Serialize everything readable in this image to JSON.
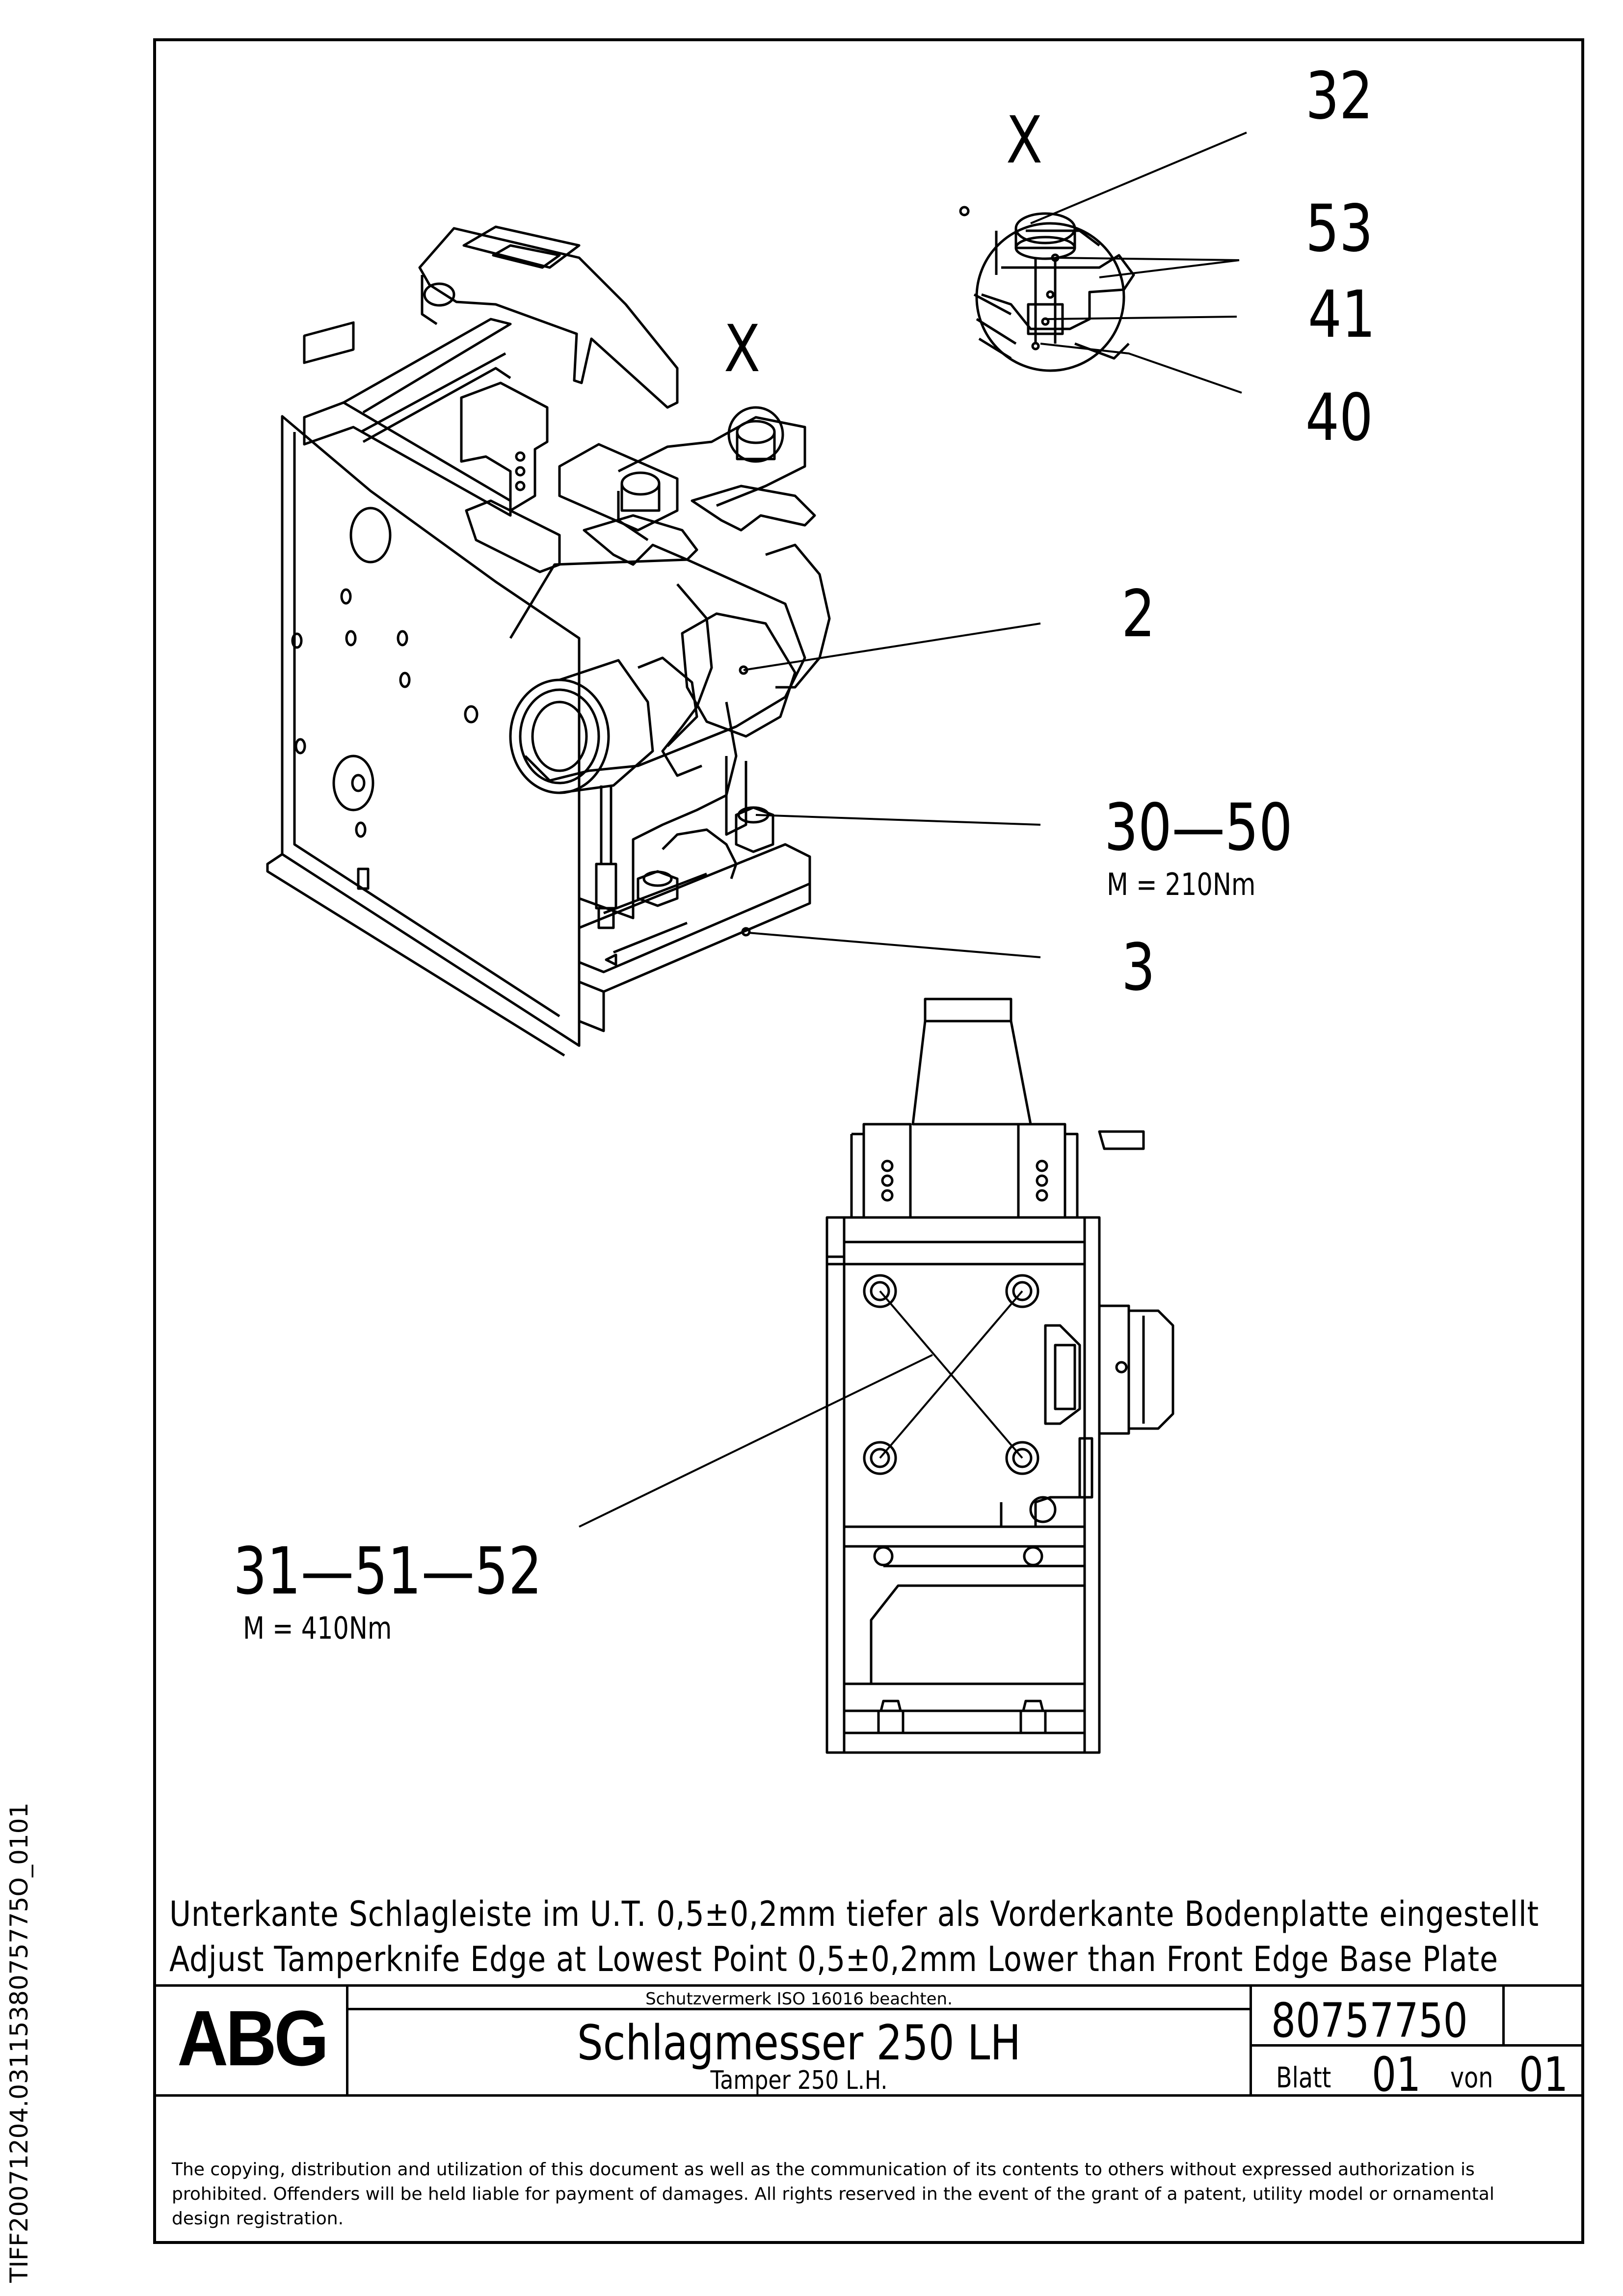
{
  "side_id": "TIFF20071204.0311538075775O_0101",
  "callouts": {
    "x_top": "X",
    "x_main": "X",
    "c32": "32",
    "c53": "53",
    "c41": "41",
    "c40": "40",
    "c2": "2",
    "c30_50": "30—50",
    "c30_50_torque": "M = 210Nm",
    "c3": "3",
    "c31_51_52": "31—51—52",
    "c31_51_52_torque": "M = 410Nm"
  },
  "notes": {
    "de": "Unterkante Schlagleiste im U.T. 0,5±0,2mm tiefer als Vorderkante Bodenplatte eingestellt",
    "en": "Adjust Tamperknife Edge at Lowest Point 0,5±0,2mm Lower than Front Edge Base Plate"
  },
  "title_block": {
    "logo": "ABG",
    "protection_notice": "Schutzvermerk ISO 16016 beachten.",
    "title_de": "Schlagmesser 250 LH",
    "title_en": "Tamper 250 L.H.",
    "part_number": "80757750",
    "sheet_label": "Blatt",
    "sheet_number": "01",
    "of_label": "von",
    "sheet_total": "01"
  },
  "legal_text": "The copying, distribution and utilization of this document as well as the communication of its contents to others without expressed authorization is prohibited. Offenders will be held liable for payment of damages. All rights reserved in the event of the grant of a patent, utility model or ornamental design registration."
}
